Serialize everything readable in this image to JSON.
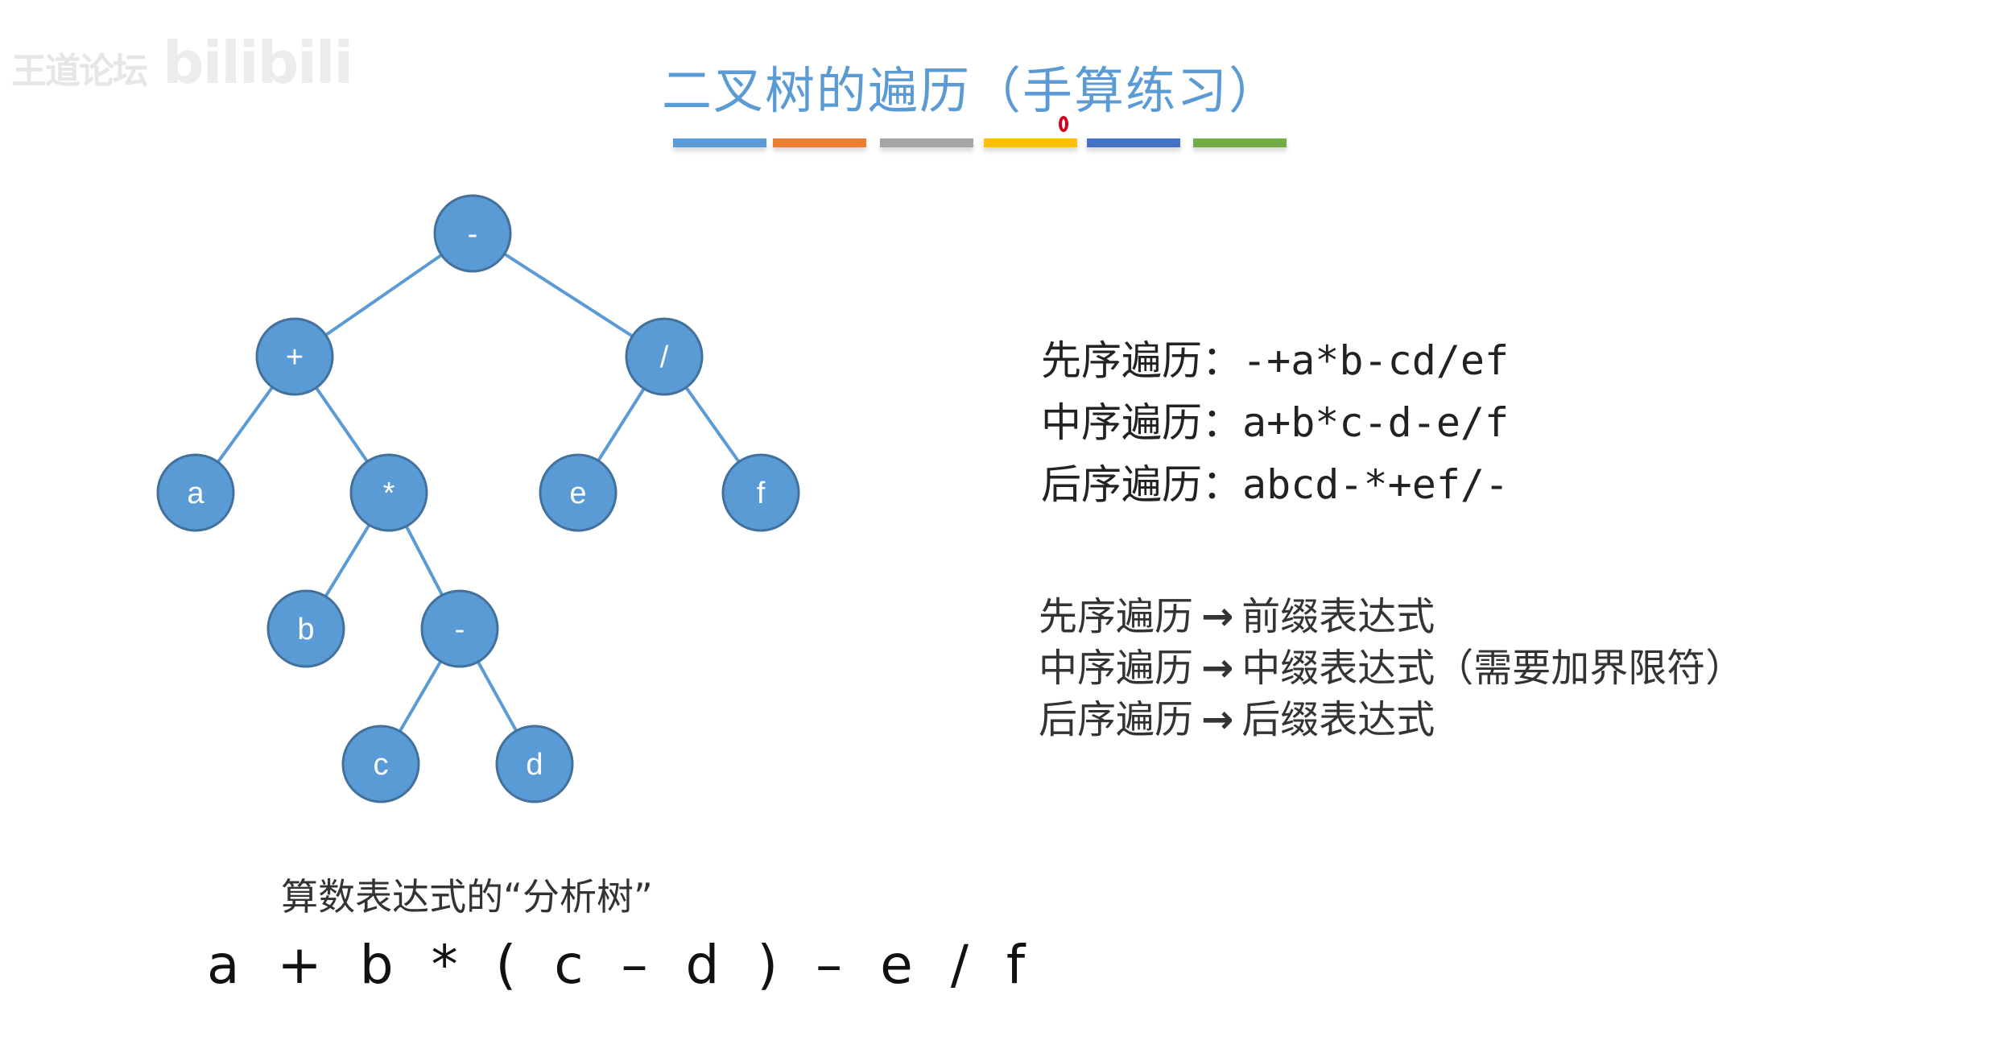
{
  "watermark": {
    "text": "王道论坛",
    "brand": "bilibili"
  },
  "title": "二叉树的遍历（手算练习）",
  "color_bars": [
    "#5b9bd5",
    "#ed7d31",
    "#a5a5a5",
    "#ffc000",
    "#4472c4",
    "#70ad47"
  ],
  "node_colors": {
    "fill": "#5b9bd5",
    "stroke": "#41719c",
    "text": "#ffffff",
    "edge": "#5b9bd5"
  },
  "tree": {
    "nodes": [
      {
        "id": "n1",
        "label": "-"
      },
      {
        "id": "n2",
        "label": "+",
        "parent": "n1"
      },
      {
        "id": "n3",
        "label": "/",
        "parent": "n1"
      },
      {
        "id": "n4",
        "label": "a",
        "parent": "n2"
      },
      {
        "id": "n5",
        "label": "*",
        "parent": "n2"
      },
      {
        "id": "n6",
        "label": "e",
        "parent": "n3"
      },
      {
        "id": "n7",
        "label": "f",
        "parent": "n3"
      },
      {
        "id": "n8",
        "label": "b",
        "parent": "n5"
      },
      {
        "id": "n9",
        "label": "-",
        "parent": "n5"
      },
      {
        "id": "n10",
        "label": "c",
        "parent": "n9"
      },
      {
        "id": "n11",
        "label": "d",
        "parent": "n9"
      }
    ]
  },
  "caption": "算数表达式的“分析树”",
  "expression": "a + b * ( c – d ) – e / f",
  "traversals": [
    {
      "label": "先序遍历：",
      "sequence": "-+a*b-cd/ef"
    },
    {
      "label": "中序遍历：",
      "sequence": "a+b*c-d-e/f"
    },
    {
      "label": "后序遍历：",
      "sequence": "abcd-*+ef/-"
    }
  ],
  "mappings": [
    {
      "from": "先序遍历",
      "arrow": "→",
      "to": "前缀表达式"
    },
    {
      "from": "中序遍历",
      "arrow": "→",
      "to": "中缀表达式（需要加界限符）"
    },
    {
      "from": "后序遍历",
      "arrow": "→",
      "to": "后缀表达式"
    }
  ]
}
